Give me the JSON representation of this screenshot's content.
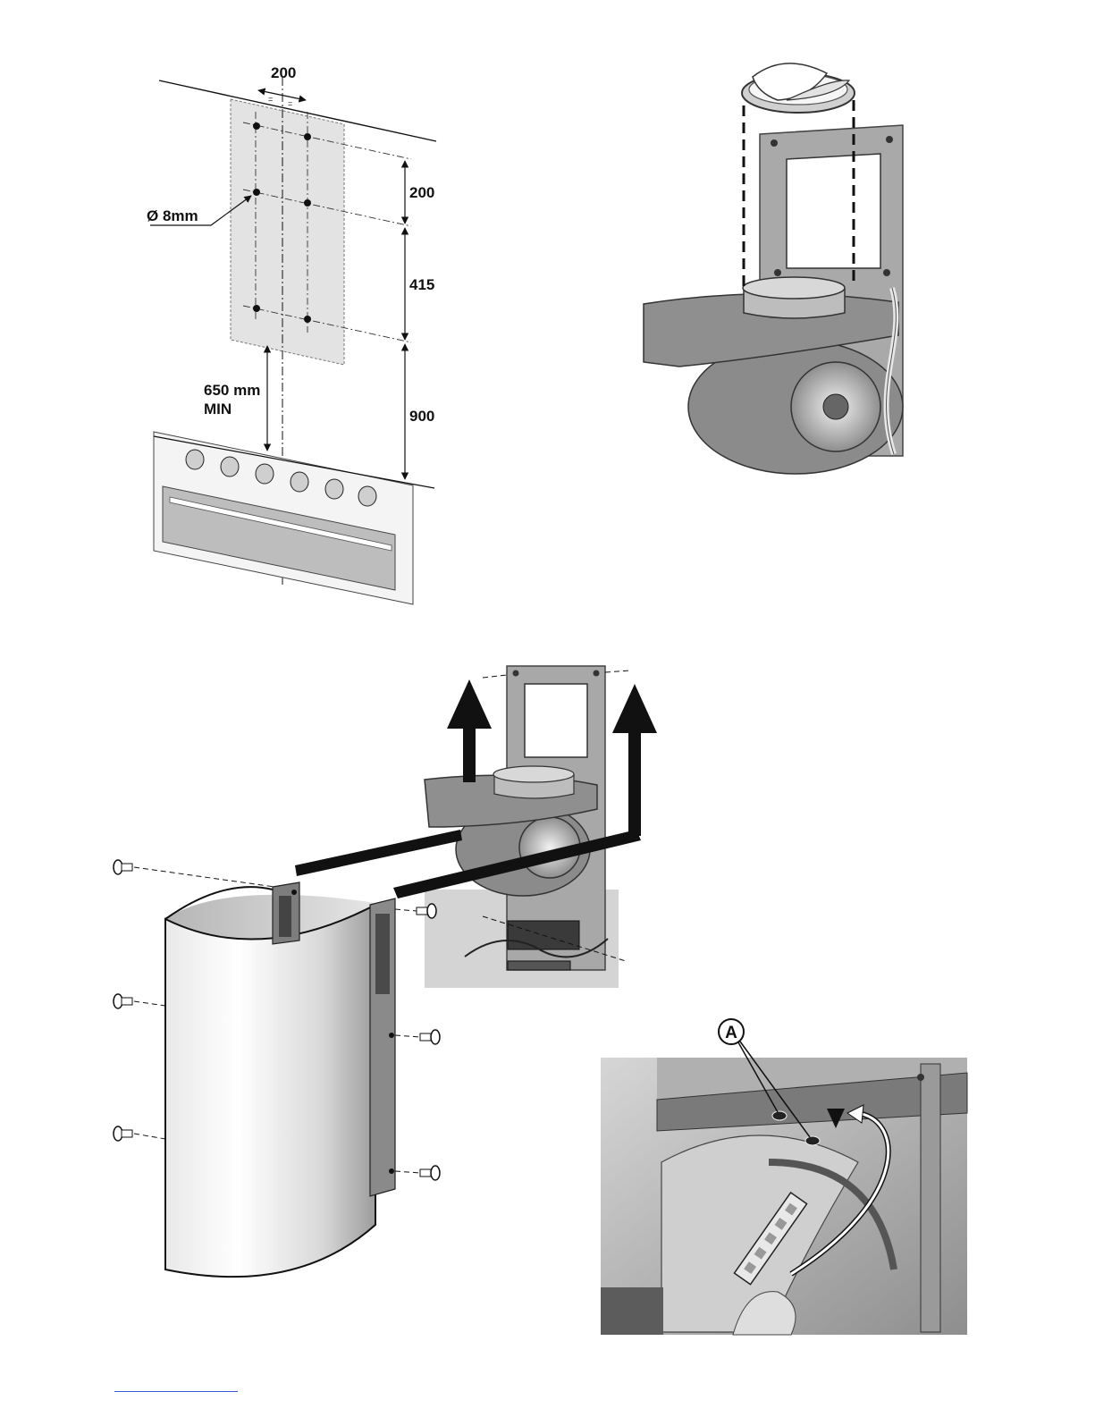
{
  "figure1": {
    "width_label": "200",
    "equal_mark_left": "=",
    "equal_mark_right": "=",
    "hole_label": "Ø 8mm",
    "gap1_label": "200",
    "gap2_label": "415",
    "height_label": "900",
    "min_label_line1": "650 mm",
    "min_label_line2": "MIN"
  },
  "figure4": {
    "callout_label": "A"
  },
  "colors": {
    "ink": "#111111",
    "template_fill": "#e3e3e3",
    "metal": "#9a9a9a",
    "metal_dark": "#6b6b6b",
    "photo_bg": "#c8c8c8"
  }
}
